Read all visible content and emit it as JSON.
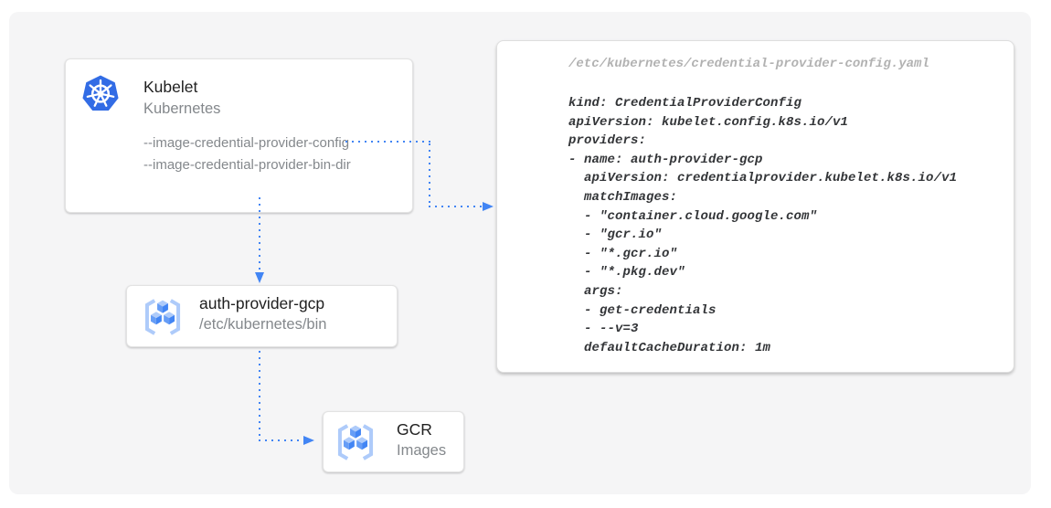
{
  "diagram": {
    "nodes": {
      "kubelet": {
        "title": "Kubelet",
        "subtitle": "Kubernetes",
        "icon": "kubernetes-icon",
        "flags": [
          "--image-credential-provider-config",
          "--image-credential-provider-bin-dir"
        ]
      },
      "auth_provider": {
        "title": "auth-provider-gcp",
        "subtitle": "/etc/kubernetes/bin",
        "icon": "gcr-icon"
      },
      "gcr": {
        "title": "GCR",
        "subtitle": "Images",
        "icon": "gcr-icon"
      }
    },
    "edges": [
      {
        "from": "kubelet-flag-config",
        "to": "yaml-config-panel",
        "style": "dotted-arrow"
      },
      {
        "from": "kubelet",
        "to": "auth_provider",
        "style": "dotted-arrow"
      },
      {
        "from": "auth_provider",
        "to": "gcr",
        "style": "dotted-arrow"
      }
    ]
  },
  "code_panel": {
    "filename": "/etc/kubernetes/credential-provider-config.yaml",
    "lines": [
      "kind: CredentialProviderConfig",
      "apiVersion: kubelet.config.k8s.io/v1",
      "providers:",
      "- name: auth-provider-gcp",
      "  apiVersion: credentialprovider.kubelet.k8s.io/v1",
      "  matchImages:",
      "  - \"container.cloud.google.com\"",
      "  - \"gcr.io\"",
      "  - \"*.gcr.io\"",
      "  - \"*.pkg.dev\"",
      "  args:",
      "  - get-credentials",
      "  - --v=3",
      "  defaultCacheDuration: 1m"
    ]
  },
  "colors": {
    "accent_blue": "#4285f4",
    "k8s_blue": "#326ce5",
    "icon_light_blue": "#aecbfa",
    "icon_mid_blue": "#669df6",
    "icon_dark_blue": "#4285f4",
    "canvas_bg": "#f5f5f6",
    "card_bg": "#ffffff",
    "title_text": "#212121",
    "muted_text": "#84888c",
    "code_text": "#333538",
    "filename_text": "#b2b2b2"
  }
}
